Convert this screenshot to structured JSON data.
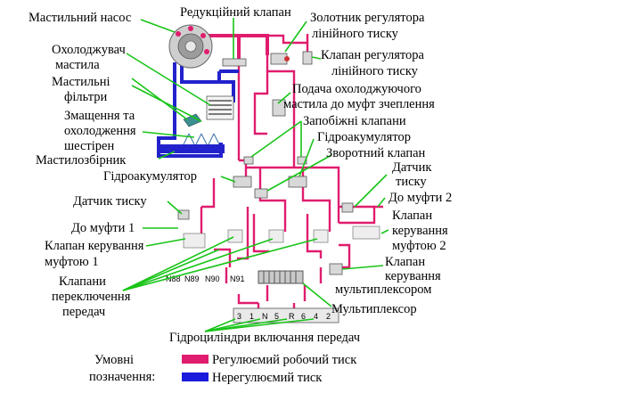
{
  "labels": {
    "oil_pump": "Мастильний насос",
    "reducing_valve": "Редукційний клапан",
    "line_spool_1": "Золотник регулятора",
    "line_spool_2": "лінійного тиску",
    "oil_cooler_1": "Охолоджувач",
    "oil_cooler_2": "мастила",
    "line_valve_1": "Клапан регулятора",
    "line_valve_2": "лінійного тиску",
    "oil_filters_1": "Мастильні",
    "oil_filters_2": "фільтри",
    "clutch_cool_1": "Подача охолоджуючого",
    "clutch_cool_2": "мастила до муфт зчеплення",
    "gear_lube_1": "Змащення та",
    "gear_lube_2": "охолодження",
    "gear_lube_3": "шестірен",
    "safety_valves": "Запобіжні клапани",
    "accumulator_right": "Гідроакумулятор",
    "sump": "Мастилозбірник",
    "check_valve": "Зворотний клапан",
    "accumulator_left": "Гідроакумулятор",
    "sensor_right_1": "Датчик",
    "sensor_right_2": "тиску",
    "pressure_sensor": "Датчик тиску",
    "to_clutch_2": "До муфти 2",
    "to_clutch_1": "До муфти 1",
    "clutch2_valve_1": "Клапан",
    "clutch2_valve_2": "керування",
    "clutch2_valve_3": "муфтою 2",
    "clutch1_valve_1": "Клапан керування",
    "clutch1_valve_2": "муфтою 1",
    "mux_valve_1": "Клапан",
    "mux_valve_2": "керування",
    "mux_valve_3": "мультиплексором",
    "shift_valves_1": "Клапани",
    "shift_valves_2": "переключення",
    "shift_valves_3": "передач",
    "multiplexer": "Мультиплексор",
    "cylinders": "Гідроциліндри включання передач"
  },
  "valve_codes": [
    "N88",
    "N89",
    "N90",
    "N91"
  ],
  "gears": [
    "3",
    "1",
    "N",
    "5",
    "R",
    "6",
    "4",
    "2"
  ],
  "legend": {
    "title_1": "Умовні",
    "title_2": "позначення:",
    "regulated": "Регулюємий робочий тиск",
    "unregulated": "Нерегулюємий тиск",
    "regulated_color": "#e01c6e",
    "unregulated_color": "#1a1adc"
  },
  "colors": {
    "leader": "#18c418",
    "regulated": "#e01c6e",
    "unregulated": "#1a1adc"
  }
}
